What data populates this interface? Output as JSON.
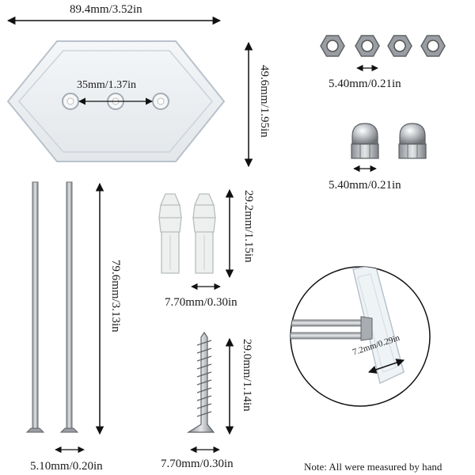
{
  "plate": {
    "width_label": "89.4mm/3.52in",
    "height_label": "49.6mm/1.95in",
    "hole_spacing_label": "35mm/1.37in"
  },
  "hex_nuts": {
    "count": 4,
    "label": "5.40mm/0.21in"
  },
  "cap_nuts": {
    "count": 2,
    "label": "5.40mm/0.21in"
  },
  "rods": {
    "count": 2,
    "length_label": "79.6mm/3.13in",
    "diameter_label": "5.10mm/0.20in"
  },
  "anchors": {
    "count": 2,
    "length_label": "29.2mm/1.15in",
    "diameter_label": "7.70mm/0.30in"
  },
  "screw": {
    "length_label": "29.0mm/1.14in",
    "diameter_label": "7.70mm/0.30in"
  },
  "detail": {
    "label": "7.2mm/0.29in"
  },
  "note": "Note: All were measured by hand",
  "colors": {
    "acrylic_edge": "#b9c2cc",
    "steel": "#a9adb2",
    "anchor": "#eef0f0",
    "arrow": "#111111"
  }
}
